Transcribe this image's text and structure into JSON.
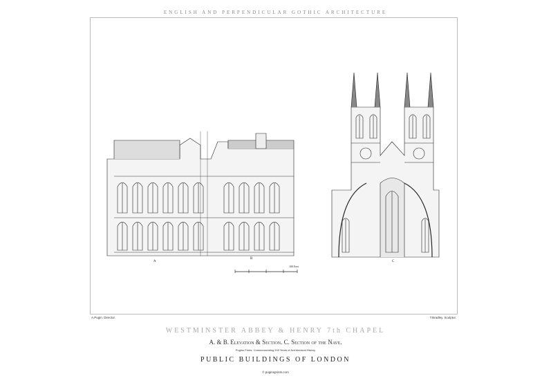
{
  "header": "ENGLISH AND PERPENDICULAR GOTHIC ARCHITECTURE",
  "credits": {
    "left": "A.Pugin. Director.",
    "right": "T.Bradley. Sculptor."
  },
  "plate_title": "WESTMINSTER ABBEY & HENRY 7th CHAPEL",
  "subtitle": "A. & B. Elevation & Section. C. Section of the Nave.",
  "tagline": "Pugins Prints. Commemorating 200 Years of Architectural History",
  "series": "PUBLIC BUILDINGS OF LONDON",
  "copyright": "© puginsprints.com",
  "figure_labels": {
    "a": "A",
    "b": "B",
    "c": "C"
  },
  "scale_label": "100 Feet"
}
